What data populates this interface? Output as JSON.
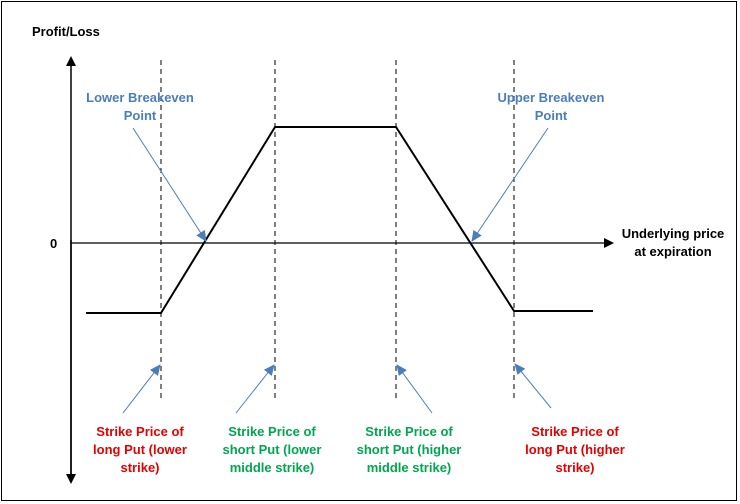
{
  "labels": {
    "y_axis": "Profit/Loss",
    "zero": "0",
    "x_axis_line1": "Underlying price",
    "x_axis_line2": "at expiration",
    "lower_breakeven_line1": "Lower Breakeven",
    "lower_breakeven_line2": "Point",
    "upper_breakeven_line1": "Upper Breakeven",
    "upper_breakeven_line2": "Point",
    "strike1": [
      "Strike Price of",
      "long Put (lower",
      "strike)"
    ],
    "strike2": [
      "Strike Price of",
      "short Put (lower",
      "middle strike)"
    ],
    "strike3": [
      "Strike Price of",
      "short Put (higher",
      "middle strike)"
    ],
    "strike4": [
      "Strike Price of",
      "long Put (higher",
      "strike)"
    ]
  },
  "colors": {
    "axis": "#000000",
    "breakeven": "#4a7ebb",
    "long_put": "#e60000",
    "short_put": "#00a650"
  }
}
